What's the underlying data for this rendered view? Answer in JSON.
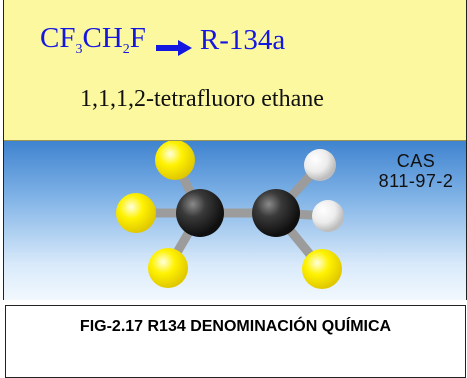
{
  "formula": {
    "left_parts": [
      {
        "text": "CF"
      },
      {
        "sub": "3"
      },
      {
        "text": "CH"
      },
      {
        "sub": "2"
      },
      {
        "text": "F"
      }
    ],
    "right": "R-134a"
  },
  "chemical_name": "1,1,1,2-tetrafluoro ethane",
  "cas": {
    "label": "CAS",
    "number": "811-97-2"
  },
  "caption": "FIG-2.17 R134 DENOMINACIÓN QUÍMICA",
  "colors": {
    "fluorine": "#fff200",
    "carbon": "#2b2b2b",
    "hydrogen": "#e9e9e9",
    "bond": "#9c9c9c",
    "formula_text": "#1417e0",
    "formula_panel": "#fbf8a0"
  },
  "molecule": {
    "atoms": [
      {
        "element": "F",
        "name": "fluorine-atom"
      },
      {
        "element": "F",
        "name": "fluorine-atom"
      },
      {
        "element": "F",
        "name": "fluorine-atom"
      },
      {
        "element": "C",
        "name": "carbon-atom"
      },
      {
        "element": "C",
        "name": "carbon-atom"
      },
      {
        "element": "H",
        "name": "hydrogen-atom"
      },
      {
        "element": "H",
        "name": "hydrogen-atom"
      },
      {
        "element": "F",
        "name": "fluorine-atom"
      }
    ]
  }
}
